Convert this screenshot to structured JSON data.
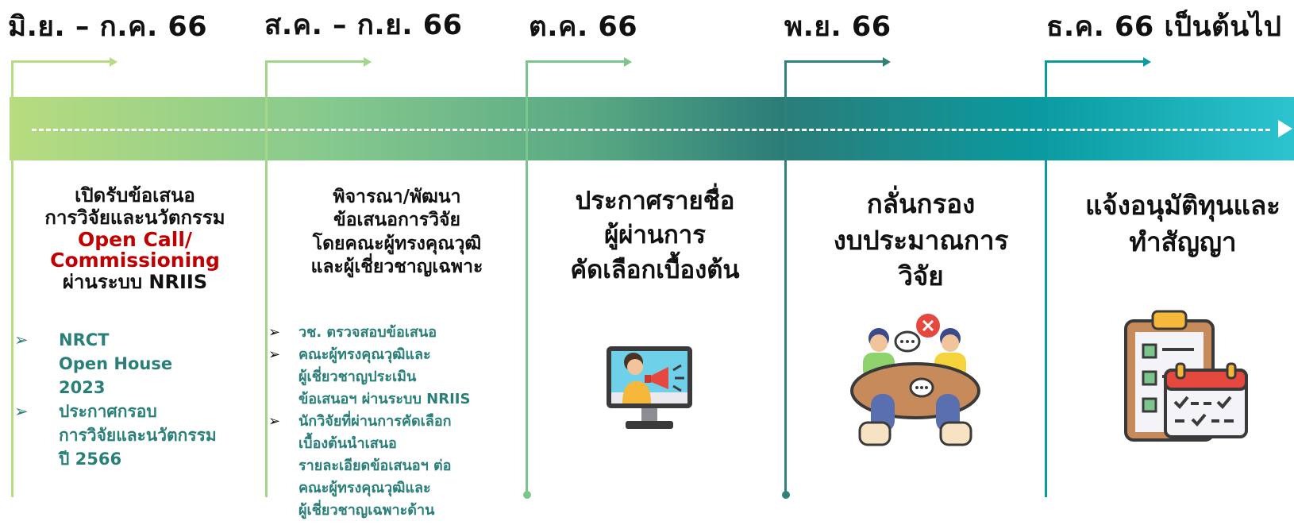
{
  "phases": [
    {
      "date": "มิ.ย. – ก.ค. 66",
      "title_lines": [
        "เปิดรับข้อเสนอ",
        "การวิจัยและนวัตกรรม"
      ],
      "highlight_lines": [
        "Open Call/",
        "Commissioning"
      ],
      "title_tail": "ผ่านระบบ NRIIS",
      "bullets": [
        [
          "NRCT",
          "Open House",
          "2023"
        ],
        [
          "ประกาศกรอบ",
          "การวิจัยและนวัตกรรม",
          "ปี 2566"
        ]
      ]
    },
    {
      "date": "ส.ค. – ก.ย. 66",
      "title_lines": [
        "พิจารณา/พัฒนา",
        "ข้อเสนอการวิจัย",
        "โดยคณะผู้ทรงคุณวุฒิ",
        "และผู้เชี่ยวชาญเฉพาะ"
      ],
      "bullets": [
        [
          "วช. ตรวจสอบข้อเสนอ"
        ],
        [
          "คณะผู้ทรงคุณวุฒิและ",
          "ผู้เชี่ยวชาญประเมิน",
          "ข้อเสนอฯ ผ่านระบบ NRIIS"
        ],
        [
          "นักวิจัยที่ผ่านการคัดเลือก",
          "เบื้องต้นนำเสนอ",
          "รายละเอียดข้อเสนอฯ ต่อ",
          "คณะผู้ทรงคุณวุฒิและ",
          "ผู้เชี่ยวชาญเฉพาะด้าน"
        ]
      ]
    },
    {
      "date": "ต.ค. 66",
      "title_lines": [
        "ประกาศรายชื่อ",
        "ผู้ผ่านการ",
        "คัดเลือกเบื้องต้น"
      ],
      "icon": "announcement-monitor-icon"
    },
    {
      "date": "พ.ย. 66",
      "title_lines": [
        "กลั่นกรอง",
        "งบประมาณการ",
        "วิจัย"
      ],
      "icon": "meeting-table-icon"
    },
    {
      "date": "ธ.ค. 66 เป็นต้นไป",
      "title_lines": [
        "แจ้งอนุมัติทุนและ",
        "ทำสัญญา"
      ],
      "icon": "clipboard-calendar-icon"
    }
  ],
  "bullet_marker": "➢",
  "colors": {
    "band_start": "#b7dc7f",
    "band_end": "#2cc3cf",
    "highlight": "#c00000",
    "bullet_text": "#2a7f79"
  }
}
